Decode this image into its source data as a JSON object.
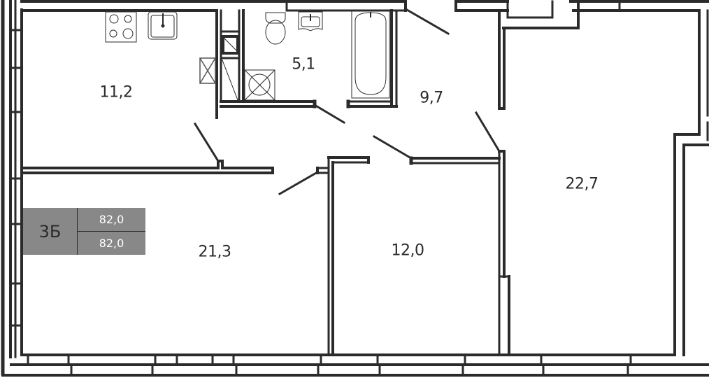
{
  "plan": {
    "title": "Apartment floor plan",
    "wall_color": "#2b2b2b",
    "background": "#ffffff"
  },
  "rooms": [
    {
      "id": "kitchen",
      "area": "11,2"
    },
    {
      "id": "bathroom",
      "area": "5,1"
    },
    {
      "id": "hallway",
      "area": "9,7"
    },
    {
      "id": "living-room",
      "area": "21,3"
    },
    {
      "id": "bedroom-small",
      "area": "12,0"
    },
    {
      "id": "bedroom-large",
      "area": "22,7"
    }
  ],
  "info_box": {
    "type": "3Б",
    "total_area": "82,0",
    "living_area": "82,0",
    "background": "#888888"
  },
  "fixtures": [
    "stove-icon",
    "kitchen-sink-icon",
    "toilet-icon",
    "washbasin-icon",
    "bathtub-icon",
    "washing-machine-icon",
    "ventilation-shaft-icon"
  ]
}
